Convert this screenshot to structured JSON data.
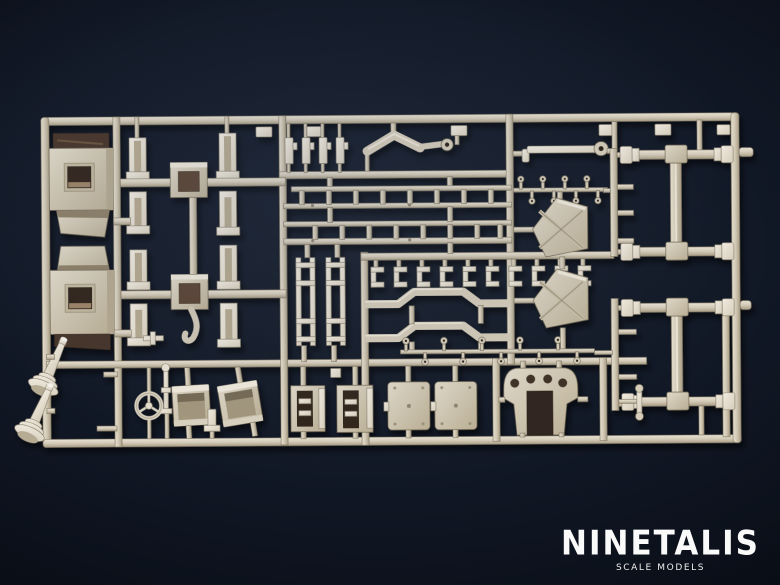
{
  "scene": {
    "description": "Top-down photograph of a beige/tan injection-molded model kit sprue (parts tree) laid on a dark blue-black backdrop",
    "background_color": "#0b101a",
    "plastic_color": "#d2c9b7",
    "plastic_highlight": "#ece6d8",
    "plastic_shadow": "#9a8f77",
    "recess_color": "#46362a"
  },
  "watermark": {
    "brand": "NINETALIS",
    "tagline": "SCALE MODELS",
    "color": "#fafafa"
  },
  "sprue": {
    "parts": [
      "storage box upper left",
      "storage box lower left",
      "chassis cross member with center cup x2",
      "C-channel rail segment x8",
      "air horn trumpet x2",
      "steering wheel",
      "gear lever",
      "bucket seat x2",
      "running-board ladder frame x2",
      "vertical ladder frame x2",
      "clamp clip row x10",
      "axle-clearance cross bar x2",
      "gusset plate with X ribs x2",
      "eyelet fitting rows",
      "wishbone arm",
      "tie rod",
      "axle with torque tube x2",
      "channel box x2",
      "hatch panel x2",
      "engine mount bracket",
      "small clip x4"
    ]
  }
}
